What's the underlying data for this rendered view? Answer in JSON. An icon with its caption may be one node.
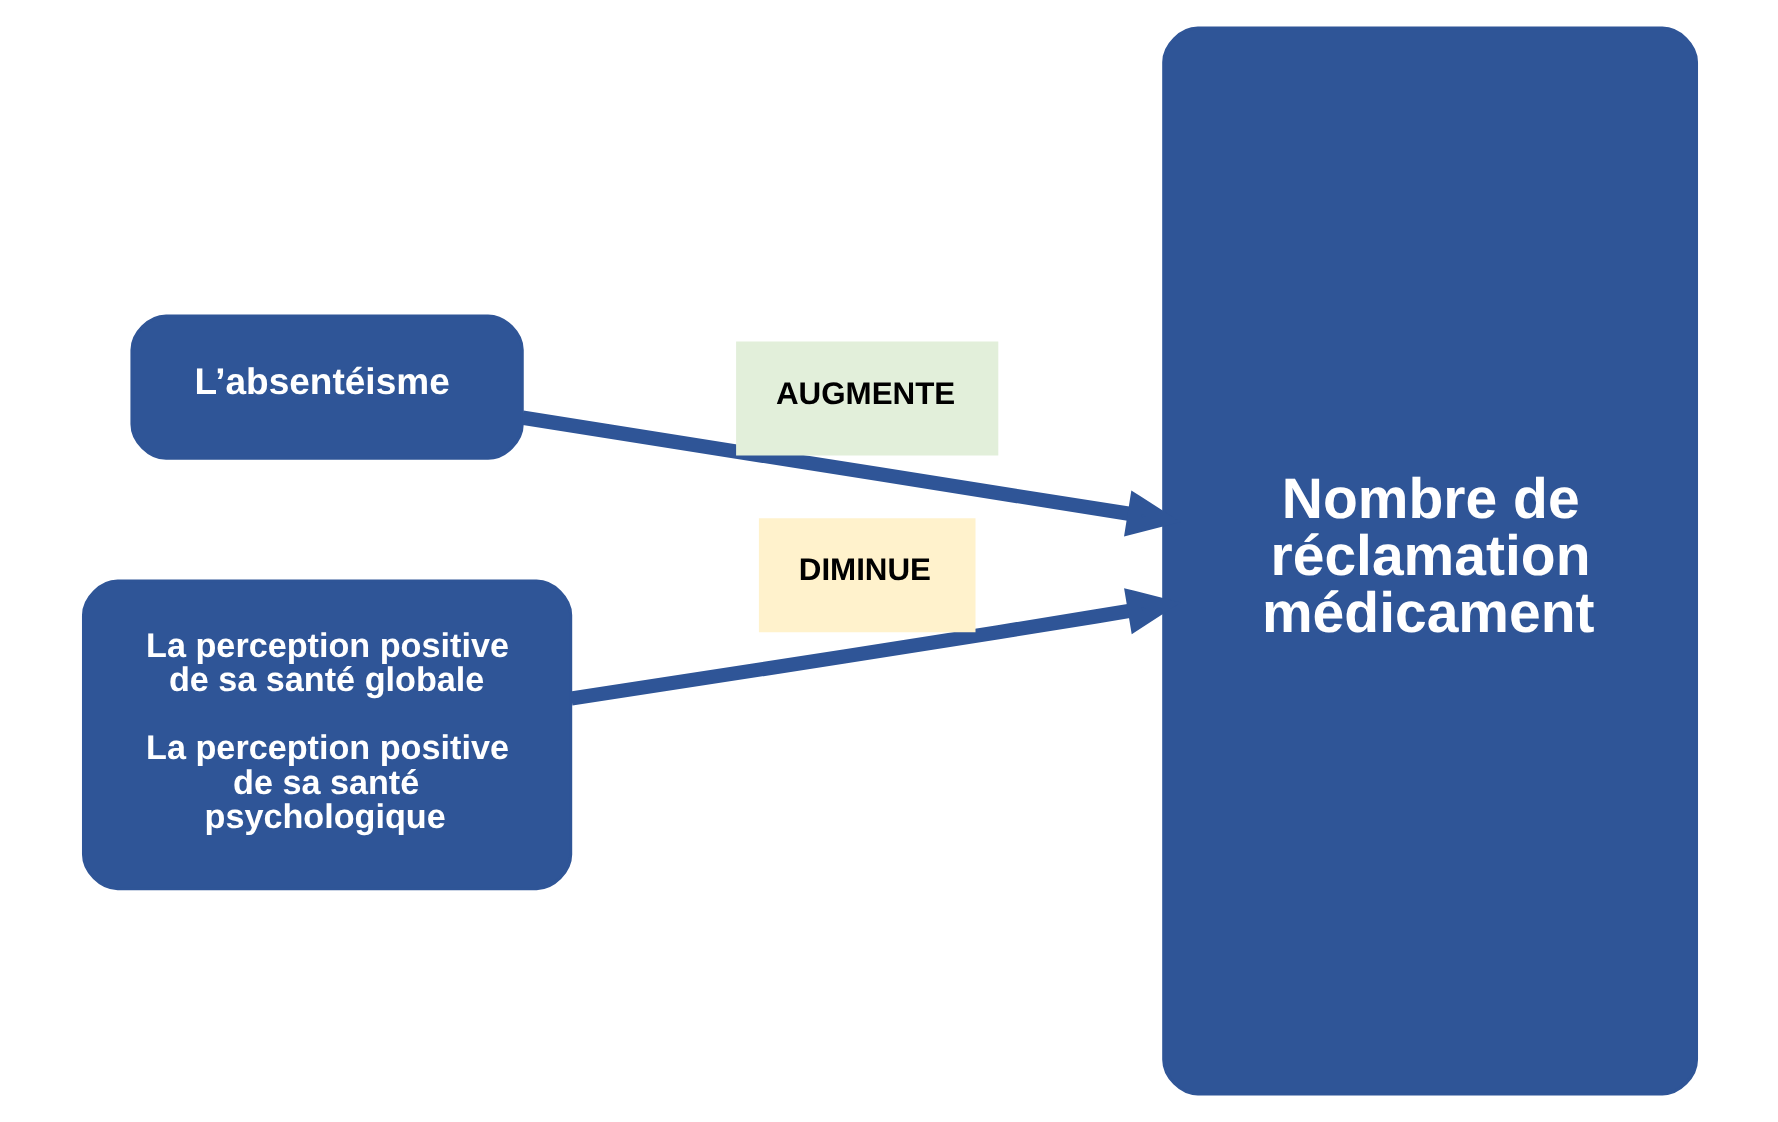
{
  "diagram": {
    "nodes": [
      {
        "text": [
          "L’absentéisme"
        ]
      },
      {
        "text": [
          "La perception positive de sa santé globale",
          "La perception positive de sa santé psychologique"
        ]
      },
      {
        "text": [
          "Nombre de réclamation médicament"
        ]
      }
    ],
    "edges": [
      {
        "from": 0,
        "to": 2,
        "arrow": "to",
        "label": "AUGMENTE"
      },
      {
        "from": 1,
        "to": 2,
        "arrow": "to",
        "label": "DIMINUE"
      }
    ]
  }
}
